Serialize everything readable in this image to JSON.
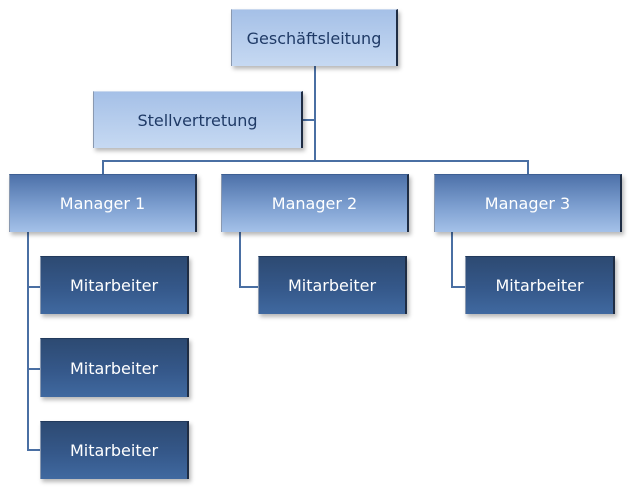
{
  "org_chart": {
    "executive": {
      "label": "Geschäftsleitung"
    },
    "assistant": {
      "label": "Stellvertretung"
    },
    "managers": [
      {
        "label": "Manager 1",
        "employees": [
          {
            "label": "Mitarbeiter"
          },
          {
            "label": "Mitarbeiter"
          },
          {
            "label": "Mitarbeiter"
          }
        ]
      },
      {
        "label": "Manager 2",
        "employees": [
          {
            "label": "Mitarbeiter"
          }
        ]
      },
      {
        "label": "Manager 3",
        "employees": [
          {
            "label": "Mitarbeiter"
          }
        ]
      }
    ]
  },
  "colors": {
    "connector": "#4a6fa3",
    "top_level_fill": "#b6cdee",
    "manager_fill": "#7d9fd0",
    "employee_fill": "#35588a",
    "top_level_text": "#1f3a66",
    "box_text_light": "#ffffff"
  }
}
